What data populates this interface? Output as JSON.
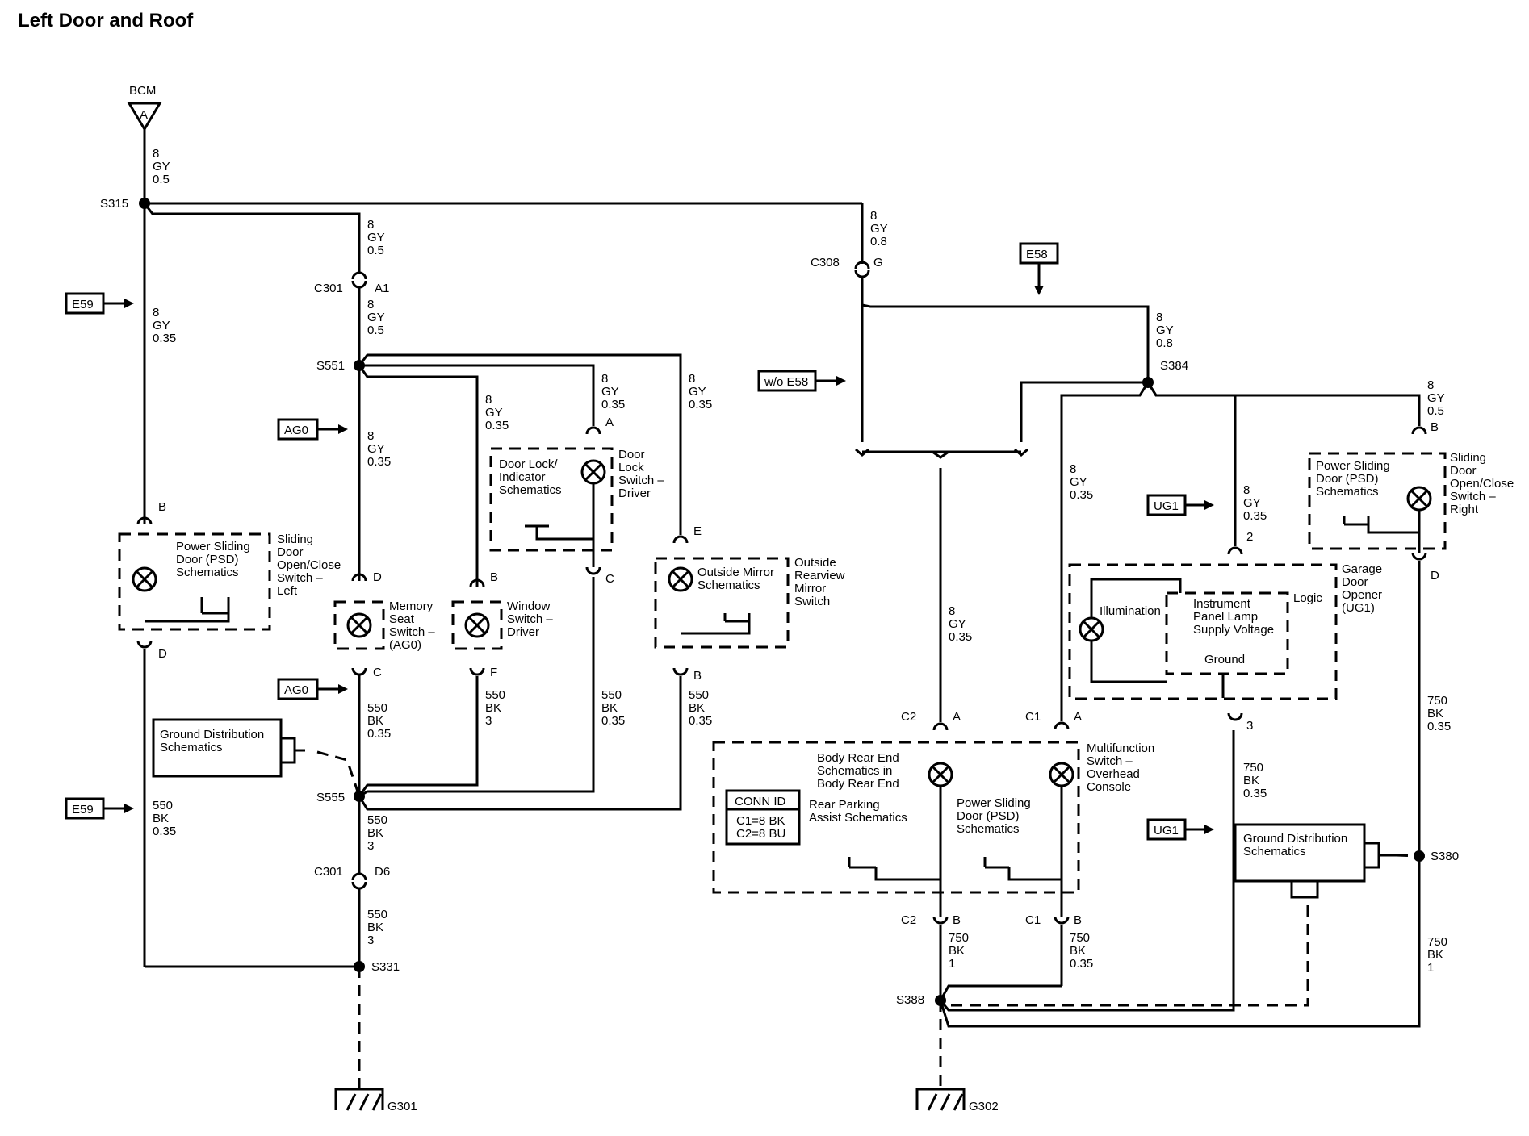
{
  "title": "Left Door and Roof",
  "bcm": {
    "label": "BCM",
    "pin": "A"
  },
  "wires": {
    "w_bcm": [
      "8",
      "GY",
      "0.5"
    ],
    "w_s315_c301": [
      "8",
      "GY",
      "0.5"
    ],
    "w_c308_top": [
      "8",
      "GY",
      "0.8"
    ],
    "w_left_e59": [
      "8",
      "GY",
      "0.35"
    ],
    "w_c301_s551": [
      "8",
      "GY",
      "0.5"
    ],
    "w_s551_down": [
      "8",
      "GY",
      "0.35"
    ],
    "w_window": [
      "8",
      "GY",
      "0.35"
    ],
    "w_doorlock": [
      "8",
      "GY",
      "0.35"
    ],
    "w_mirror": [
      "8",
      "GY",
      "0.35"
    ],
    "w_s384_up": [
      "8",
      "GY",
      "0.8"
    ],
    "w_right_psd": [
      "8",
      "GY",
      "0.5"
    ],
    "w_multifunc": [
      "8",
      "GY",
      "0.35"
    ],
    "w_garage": [
      "8",
      "GY",
      "0.35"
    ],
    "w_body_rear": [
      "8",
      "GY",
      "0.35"
    ],
    "w_memory_out": [
      "550",
      "BK",
      "0.35"
    ],
    "w_window_out": [
      "550",
      "BK",
      "3"
    ],
    "w_doorlock_out": [
      "550",
      "BK",
      "0.35"
    ],
    "w_mirror_out": [
      "550",
      "BK",
      "0.35"
    ],
    "w_left_bottom": [
      "550",
      "BK",
      "0.35"
    ],
    "w_s555_c301": [
      "550",
      "BK",
      "3"
    ],
    "w_c301_s331": [
      "550",
      "BK",
      "3"
    ],
    "w_right_psd_out": [
      "750",
      "BK",
      "0.35"
    ],
    "w_garage_out": [
      "750",
      "BK",
      "0.35"
    ],
    "w_s380_down": [
      "750",
      "BK",
      "1"
    ],
    "w_c2_s388": [
      "750",
      "BK",
      "1"
    ],
    "w_c1_s388": [
      "750",
      "BK",
      "0.35"
    ]
  },
  "splices": {
    "s315": "S315",
    "s551": "S551",
    "s555": "S555",
    "s331": "S331",
    "s384": "S384",
    "s380": "S380",
    "s388": "S388"
  },
  "connectors": {
    "c301": "C301",
    "c301_pin_a1": "A1",
    "c301_pin_d6": "D6",
    "c308": "C308",
    "c308_pin": "G",
    "c2": "C2",
    "c1": "C1"
  },
  "pins": {
    "left_psd_top": "B",
    "left_psd_bottom": "D",
    "memory_top": "D",
    "memory_bottom": "C",
    "window_top": "B",
    "window_bottom": "F",
    "doorlock_top": "A",
    "doorlock_bottom": "C",
    "mirror_top": "E",
    "mirror_bottom": "B",
    "right_psd_top": "B",
    "right_psd_bottom": "D",
    "garage_top": "2",
    "garage_bottom": "3",
    "c2_top": "A",
    "c2_bottom": "B",
    "c1_top": "A",
    "c1_bottom": "B"
  },
  "options": {
    "e59_top": "E59",
    "e59_bottom": "E59",
    "ag0_1": "AG0",
    "ag0_2": "AG0",
    "e58": "E58",
    "wo_e58": "w/o E58",
    "ug1_1": "UG1",
    "ug1_2": "UG1"
  },
  "components": {
    "left_psd_box": [
      "Power Sliding",
      "Door (PSD)",
      "Schematics"
    ],
    "left_psd_name": [
      "Sliding",
      "Door",
      "Open/Close",
      "Switch –",
      "Left"
    ],
    "memory_name": [
      "Memory",
      "Seat",
      "Switch –",
      "(AG0)"
    ],
    "window_name": [
      "Window",
      "Switch –",
      "Driver"
    ],
    "doorlock_box": [
      "Door Lock/",
      "Indicator",
      "Schematics"
    ],
    "doorlock_name": [
      "Door",
      "Lock",
      "Switch –",
      "Driver"
    ],
    "mirror_box": [
      "Outside Mirror",
      "Schematics"
    ],
    "mirror_name": [
      "Outside",
      "Rearview",
      "Mirror",
      "Switch"
    ],
    "ground_dist_left": [
      "Ground Distribution",
      "Schematics"
    ],
    "right_psd_box": [
      "Power Sliding",
      "Door (PSD)",
      "Schematics"
    ],
    "right_psd_name": [
      "Sliding",
      "Door",
      "Open/Close",
      "Switch –",
      "Right"
    ],
    "garage_illum": "Illumination",
    "garage_supply": [
      "Instrument",
      "Panel Lamp",
      "Supply Voltage"
    ],
    "garage_ground": "Ground",
    "garage_logic": "Logic",
    "garage_name": [
      "Garage",
      "Door",
      "Opener",
      "(UG1)"
    ],
    "body_rear_name": [
      "Body Rear End",
      "Schematics in",
      "Body Rear End"
    ],
    "conn_id_title": "CONN ID",
    "conn_id_rows": [
      "C1=8 BK",
      "C2=8 BU"
    ],
    "rear_parking": [
      "Rear Parking",
      "Assist Schematics"
    ],
    "psd_center": [
      "Power Sliding",
      "Door (PSD)",
      "Schematics"
    ],
    "multifunc_name": [
      "Multifunction",
      "Switch –",
      "Overhead",
      "Console"
    ],
    "ground_dist_right": [
      "Ground Distribution",
      "Schematics"
    ]
  },
  "grounds": {
    "g301": "G301",
    "g302": "G302"
  }
}
